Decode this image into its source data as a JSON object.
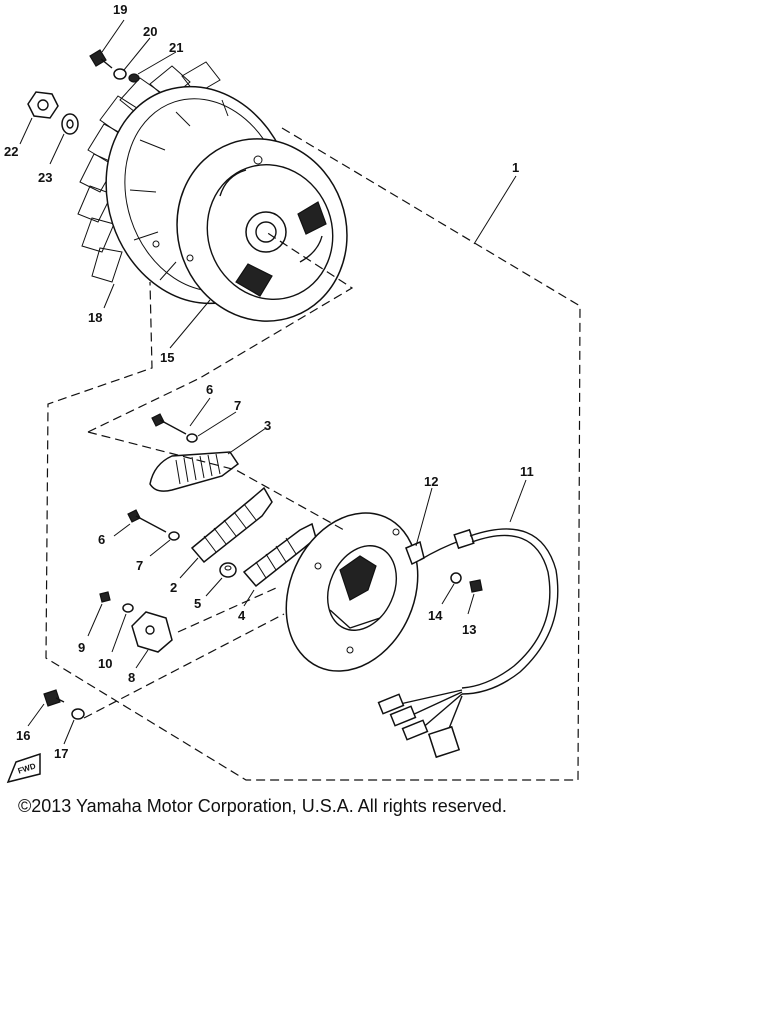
{
  "callouts": {
    "p1": "1",
    "p2": "2",
    "p3": "3",
    "p4": "4",
    "p5": "5",
    "p6a": "6",
    "p6b": "6",
    "p7a": "7",
    "p7b": "7",
    "p8": "8",
    "p9": "9",
    "p10": "10",
    "p11": "11",
    "p12": "12",
    "p13": "13",
    "p14": "14",
    "p15": "15",
    "p16": "16",
    "p17": "17",
    "p18": "18",
    "p19": "19",
    "p20": "20",
    "p21": "21",
    "p22": "22",
    "p23": "23"
  },
  "fwd_label": "FWD",
  "copyright": "©2013 Yamaha Motor Corporation, U.S.A. All rights reserved."
}
